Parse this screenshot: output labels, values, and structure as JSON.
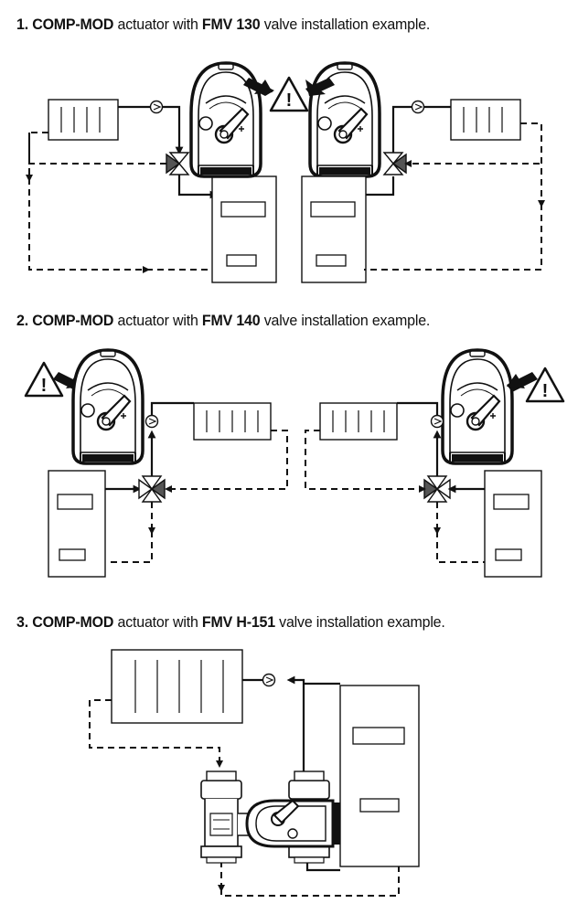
{
  "sections": [
    {
      "num": "1.",
      "actuator": "COMP-MOD",
      "mid": " actuator with ",
      "valve": "FMV 130",
      "tail": " valve installation example."
    },
    {
      "num": "2.",
      "actuator": "COMP-MOD",
      "mid": " actuator with ",
      "valve": "FMV 140",
      "tail": " valve installation example."
    },
    {
      "num": "3.",
      "actuator": "COMP-MOD",
      "mid": " actuator with ",
      "valve": "FMV H-151",
      "tail": " valve installation example."
    }
  ],
  "warning_symbol": "!",
  "icons": [
    "warning-triangle-icon",
    "pointer-arrow-icon",
    "radiator-icon",
    "pump-icon",
    "three-way-valve-icon",
    "boiler-icon",
    "actuator-icon"
  ],
  "colors": {
    "line": "#111111",
    "valve_fill": "#555555",
    "background": "#ffffff"
  }
}
